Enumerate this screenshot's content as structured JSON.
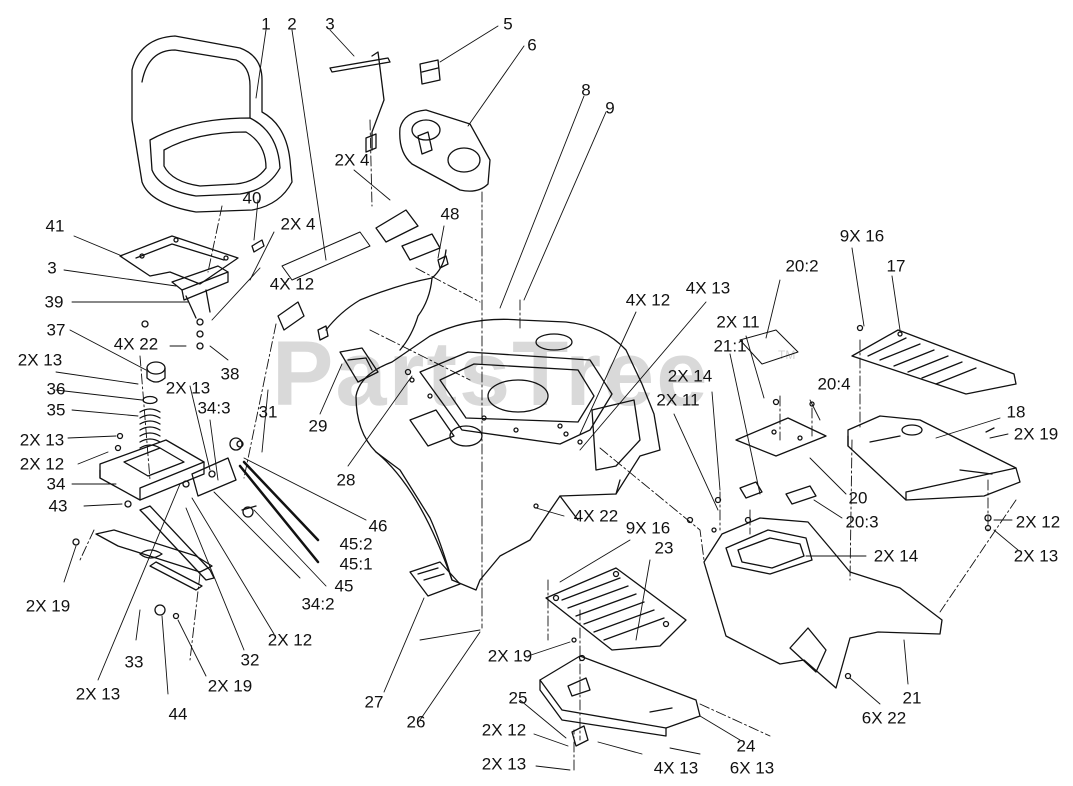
{
  "watermark": {
    "text": "PartsTree",
    "trademark": "TM"
  },
  "callouts": [
    {
      "id": "c1",
      "text": "1"
    },
    {
      "id": "c2",
      "text": "2"
    },
    {
      "id": "c3a",
      "text": "3"
    },
    {
      "id": "c5",
      "text": "5"
    },
    {
      "id": "c6",
      "text": "6"
    },
    {
      "id": "c8",
      "text": "8"
    },
    {
      "id": "c9",
      "text": "9"
    },
    {
      "id": "c2x4a",
      "text": "2X 4"
    },
    {
      "id": "c40",
      "text": "40"
    },
    {
      "id": "c2x4b",
      "text": "2X 4"
    },
    {
      "id": "c41",
      "text": "41"
    },
    {
      "id": "c48",
      "text": "48"
    },
    {
      "id": "c9x16a",
      "text": "9X 16"
    },
    {
      "id": "c17",
      "text": "17"
    },
    {
      "id": "c20_2",
      "text": "20:2"
    },
    {
      "id": "c3b",
      "text": "3"
    },
    {
      "id": "c4x12a",
      "text": "4X 12"
    },
    {
      "id": "c4x12b",
      "text": "4X 12"
    },
    {
      "id": "c4x13a",
      "text": "4X 13"
    },
    {
      "id": "c39",
      "text": "39"
    },
    {
      "id": "c2x11a",
      "text": "2X 11"
    },
    {
      "id": "c37",
      "text": "37"
    },
    {
      "id": "c4x22a",
      "text": "4X 22"
    },
    {
      "id": "c38",
      "text": "38"
    },
    {
      "id": "c21_1",
      "text": "21:1"
    },
    {
      "id": "c2x13a",
      "text": "2X 13"
    },
    {
      "id": "c2x14a",
      "text": "2X 14"
    },
    {
      "id": "c2x13b",
      "text": "2X 13"
    },
    {
      "id": "c36",
      "text": "36"
    },
    {
      "id": "c20_4",
      "text": "20:4"
    },
    {
      "id": "c2x11b",
      "text": "2X 11"
    },
    {
      "id": "c35",
      "text": "35"
    },
    {
      "id": "c34_3",
      "text": "34:3"
    },
    {
      "id": "c31",
      "text": "31"
    },
    {
      "id": "c29",
      "text": "29"
    },
    {
      "id": "c18",
      "text": "18"
    },
    {
      "id": "c2x19a",
      "text": "2X 19"
    },
    {
      "id": "c2x13c",
      "text": "2X 13"
    },
    {
      "id": "c2x12a",
      "text": "2X 12"
    },
    {
      "id": "c28",
      "text": "28"
    },
    {
      "id": "c34",
      "text": "34"
    },
    {
      "id": "c46",
      "text": "46"
    },
    {
      "id": "c20",
      "text": "20"
    },
    {
      "id": "c43",
      "text": "43"
    },
    {
      "id": "c45_2",
      "text": "45:2"
    },
    {
      "id": "c45_1",
      "text": "45:1"
    },
    {
      "id": "c4x22b",
      "text": "4X 22"
    },
    {
      "id": "c2x12b",
      "text": "2X 12"
    },
    {
      "id": "c20_3",
      "text": "20:3"
    },
    {
      "id": "c9x16b",
      "text": "9X 16"
    },
    {
      "id": "c2x13d",
      "text": "2X 13"
    },
    {
      "id": "c23",
      "text": "23"
    },
    {
      "id": "c2x14b",
      "text": "2X 14"
    },
    {
      "id": "c45",
      "text": "45"
    },
    {
      "id": "c34_2",
      "text": "34:2"
    },
    {
      "id": "c2x19b",
      "text": "2X 19"
    },
    {
      "id": "c2x12c",
      "text": "2X 12"
    },
    {
      "id": "c32",
      "text": "32"
    },
    {
      "id": "c33",
      "text": "33"
    },
    {
      "id": "c2x19c",
      "text": "2X 19"
    },
    {
      "id": "c2x19d",
      "text": "2X 19"
    },
    {
      "id": "c2x13e",
      "text": "2X 13"
    },
    {
      "id": "c44",
      "text": "44"
    },
    {
      "id": "c27",
      "text": "27"
    },
    {
      "id": "c26",
      "text": "26"
    },
    {
      "id": "c25",
      "text": "25"
    },
    {
      "id": "c21",
      "text": "21"
    },
    {
      "id": "c24",
      "text": "24"
    },
    {
      "id": "c6x22",
      "text": "6X 22"
    },
    {
      "id": "c2x12d",
      "text": "2X 12"
    },
    {
      "id": "c2x13f",
      "text": "2X 13"
    },
    {
      "id": "c4x13b",
      "text": "4X 13"
    },
    {
      "id": "c6x13",
      "text": "6X 13"
    }
  ]
}
